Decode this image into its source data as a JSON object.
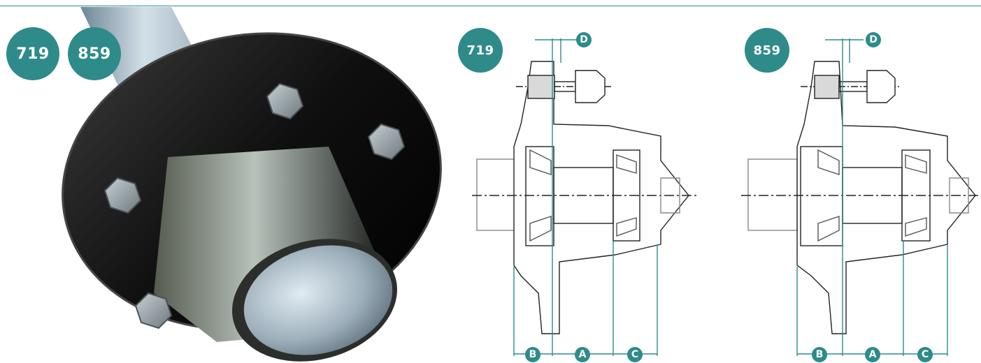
{
  "badges": {
    "photo_left": "719",
    "photo_right": "859",
    "diagram_left": "719",
    "diagram_right": "859"
  },
  "dimensions": {
    "a": "A",
    "b": "B",
    "c": "C",
    "d": "D"
  },
  "colors": {
    "accent": "#2e8b8a"
  }
}
